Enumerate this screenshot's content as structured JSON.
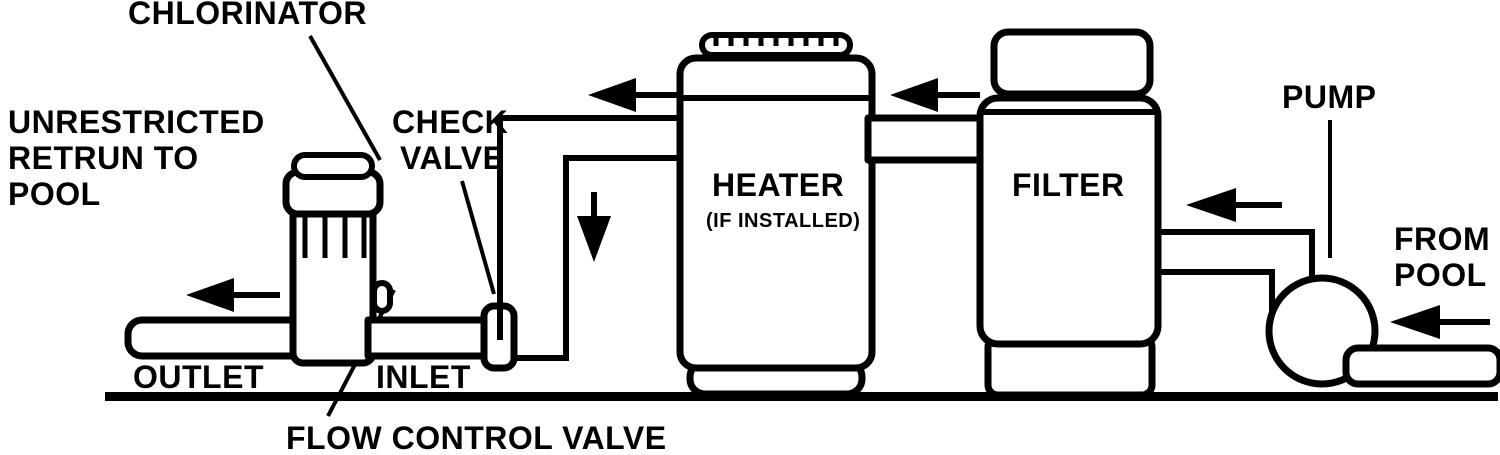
{
  "diagram": {
    "title": "Pool Equipment Plumbing Diagram",
    "background_color": "#ffffff",
    "line_color": "#000000"
  },
  "labels": {
    "chlorinator": "CHLORINATOR",
    "unrestricted_return_line1": "UNRESTRICTED",
    "unrestricted_return_line2": "RETRUN TO",
    "unrestricted_return_line3": "POOL",
    "check_valve_line1": "CHECK",
    "check_valve_line2": "VALVE",
    "heater": "HEATER",
    "heater_note": "(IF INSTALLED)",
    "filter": "FILTER",
    "pump": "PUMP",
    "from_pool_line1": "FROM",
    "from_pool_line2": "POOL",
    "outlet": "OUTLET",
    "inlet": "INLET",
    "flow_control_valve": "FLOW CONTROL VALVE"
  },
  "components": [
    {
      "name": "chlorinator",
      "label": "CHLORINATOR"
    },
    {
      "name": "check-valve",
      "label": "CHECK VALVE"
    },
    {
      "name": "heater",
      "label": "HEATER"
    },
    {
      "name": "filter",
      "label": "FILTER"
    },
    {
      "name": "pump",
      "label": "PUMP"
    },
    {
      "name": "flow-control-valve",
      "label": "FLOW CONTROL VALVE"
    }
  ],
  "flow_arrows": [
    {
      "name": "outlet-flow-arrow",
      "direction": "left"
    },
    {
      "name": "heater-outlet-flow-arrow",
      "direction": "left"
    },
    {
      "name": "downpipe-flow-arrow",
      "direction": "down"
    },
    {
      "name": "heater-inlet-flow-arrow",
      "direction": "left"
    },
    {
      "name": "filter-outlet-flow-arrow",
      "direction": "left"
    },
    {
      "name": "pump-inlet-flow-arrow",
      "direction": "left"
    }
  ]
}
